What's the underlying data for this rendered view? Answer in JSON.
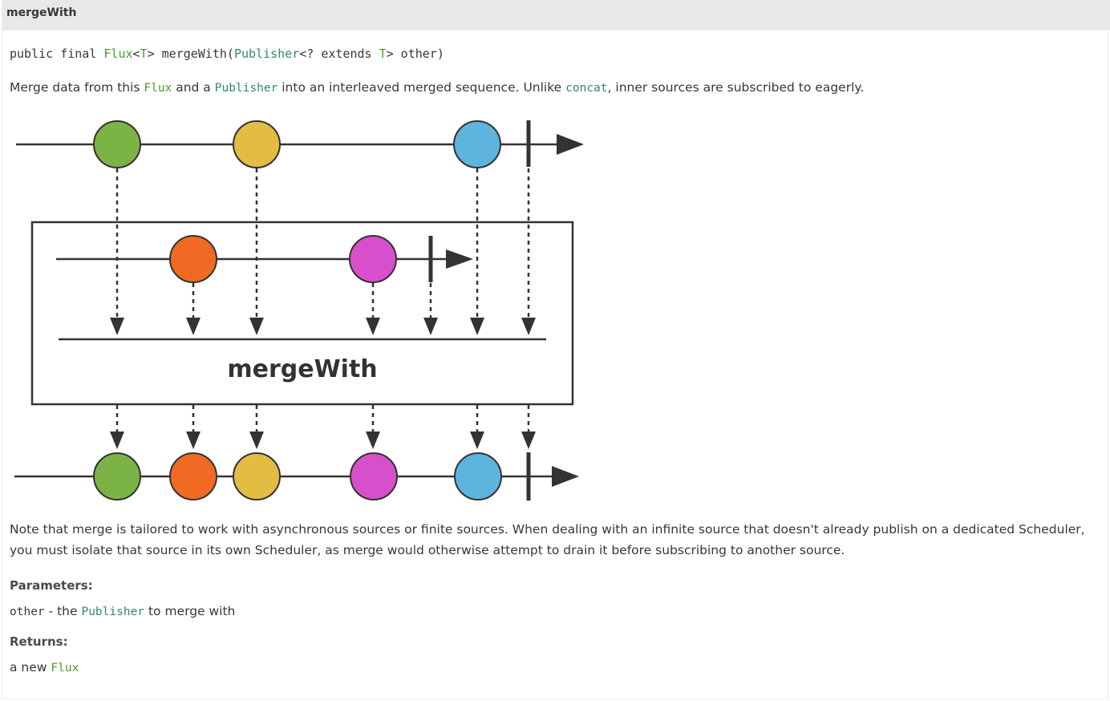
{
  "header": {
    "title": "mergeWith"
  },
  "signature": {
    "prefix": "public final ",
    "return_type": "Flux",
    "lt": "<",
    "return_generic": "T",
    "gt_after_return": "> ",
    "method_name": "mergeWith(",
    "param_type": "Publisher",
    "param_generic_open": "<? extends ",
    "param_generic": "T",
    "param_rest": "> other)"
  },
  "description": {
    "part1": "Merge data from this ",
    "flux": "Flux",
    "part2": " and a ",
    "publisher": "Publisher",
    "part3": " into an interleaved merged sequence. Unlike ",
    "concat": "concat",
    "part4": ", inner sources are subscribed to eagerly."
  },
  "diagram": {
    "operator_label": "mergeWith",
    "colors": {
      "green": "#7cb346",
      "yellow": "#e3bc43",
      "blue": "#5db5de",
      "orange": "#f06a23",
      "magenta": "#d74fcb",
      "line": "#333333"
    }
  },
  "note": {
    "line1": "Note that merge is tailored to work with asynchronous sources or finite sources. When dealing with an infinite source that doesn't already publish on a dedicated Scheduler,",
    "line2": "you must isolate that source in its own Scheduler, as merge would otherwise attempt to drain it before subscribing to another source."
  },
  "parameters": {
    "label": "Parameters:",
    "name": "other",
    "dash": " - the ",
    "type": "Publisher",
    "rest": " to merge with"
  },
  "returns": {
    "label": "Returns:",
    "prefix": "a new ",
    "type": "Flux"
  }
}
